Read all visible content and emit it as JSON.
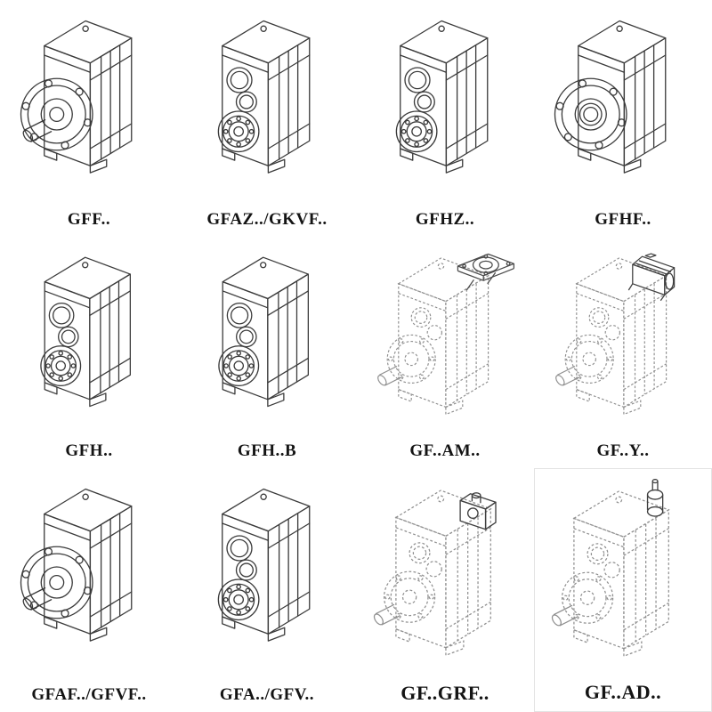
{
  "page": {
    "background": "#ffffff",
    "line_color": "#3b3b3b",
    "dashed_line_color": "#8f8f8f",
    "label_color": "#141414"
  },
  "catalog": {
    "items": [
      {
        "label": "GFF..",
        "drawing": "gearbox-output-flange-solid-icon"
      },
      {
        "label": "GFAZ../GKVF..",
        "drawing": "gearbox-hollow-shaft-solid-icon"
      },
      {
        "label": "GFHZ..",
        "drawing": "gearbox-hollow-shaft-solid-icon"
      },
      {
        "label": "GFHF..",
        "drawing": "gearbox-output-flange-solid-icon"
      },
      {
        "label": "GFH..",
        "drawing": "gearbox-hollow-shaft-solid-icon"
      },
      {
        "label": "GFH..B",
        "drawing": "gearbox-hollow-shaft-base-solid-icon"
      },
      {
        "label": "GF..AM..",
        "drawing": "gearbox-iec-adapter-flange-dashed-icon"
      },
      {
        "label": "GF..Y..",
        "drawing": "gearbox-with-motor-dashed-icon"
      },
      {
        "label": "GFAF../GFVF..",
        "drawing": "gearbox-output-flange-solid-icon"
      },
      {
        "label": "GFA../GFV..",
        "drawing": "gearbox-hollow-shaft-solid-icon"
      },
      {
        "label": "GF..GRF..",
        "drawing": "gearbox-input-adapter-dashed-icon"
      },
      {
        "label": "GF..AD..",
        "drawing": "gearbox-input-shaft-adapter-dashed-icon"
      }
    ]
  }
}
